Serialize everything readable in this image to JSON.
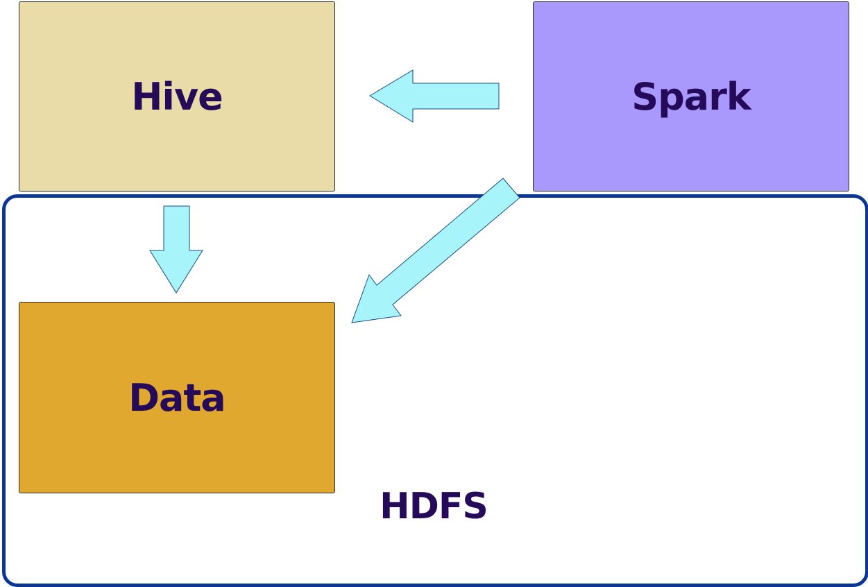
{
  "nodes": {
    "hive": {
      "label": "Hive",
      "fill": "#e9dca8"
    },
    "spark": {
      "label": "Spark",
      "fill": "#a999fd"
    },
    "data": {
      "label": "Data",
      "fill": "#e1a82f"
    },
    "hdfs": {
      "label": "HDFS",
      "border": "#0a3696"
    }
  },
  "arrows": {
    "fill": "#a7f5fa",
    "stroke": "#1a4a8a",
    "edges": [
      {
        "from": "spark",
        "to": "hive"
      },
      {
        "from": "hive",
        "to": "data"
      },
      {
        "from": "spark",
        "to": "data"
      }
    ]
  },
  "text_color": "#260a5a"
}
